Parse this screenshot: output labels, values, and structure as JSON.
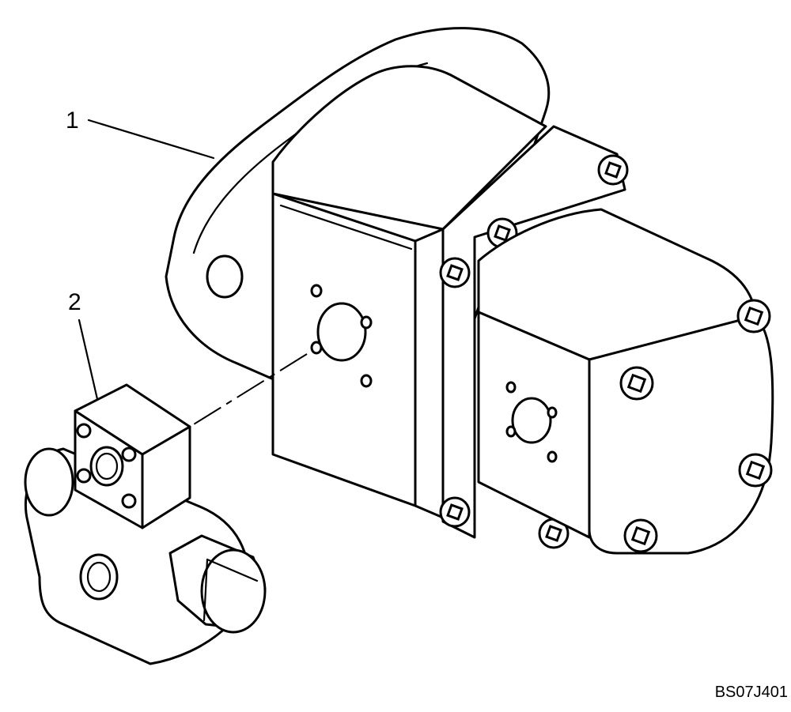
{
  "callouts": [
    {
      "id": "1",
      "label": "1"
    },
    {
      "id": "2",
      "label": "2"
    }
  ],
  "reference_code": "BS07J401",
  "parts": [
    {
      "callout": "1",
      "name": "tandem-gear-pump"
    },
    {
      "callout": "2",
      "name": "valve-block"
    }
  ]
}
